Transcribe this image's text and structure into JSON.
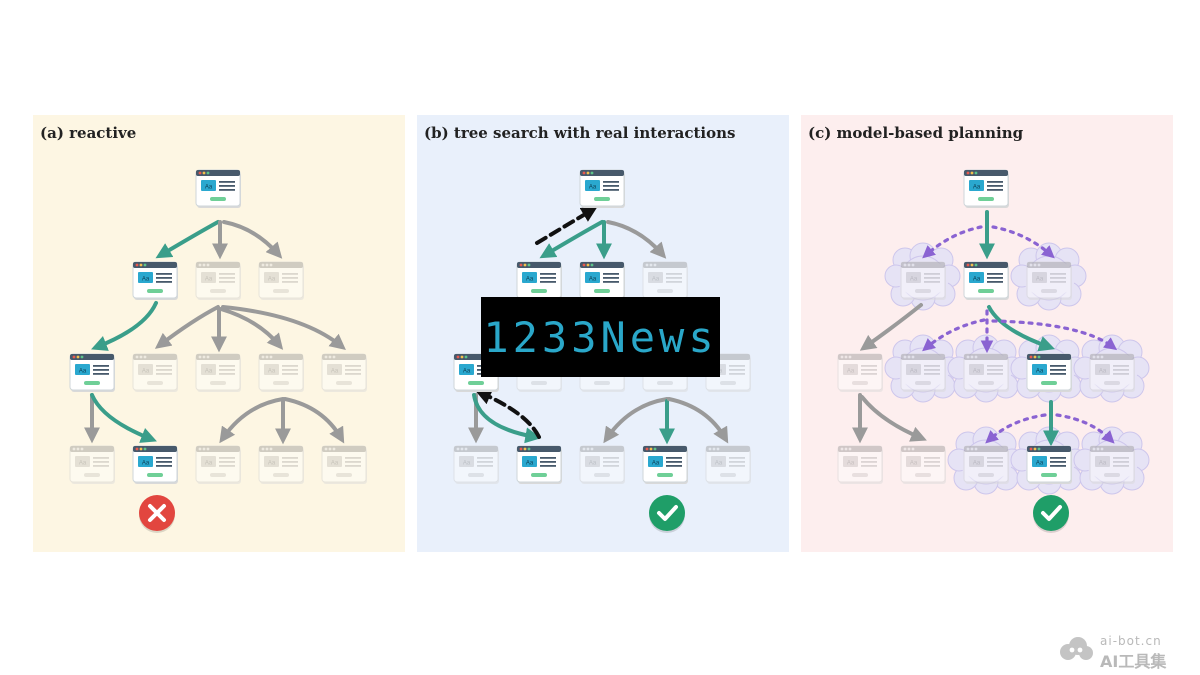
{
  "panels": [
    {
      "id": "a",
      "title": "(a) reactive",
      "background": "#fdf6e3",
      "outcome": "failure"
    },
    {
      "id": "b",
      "title": "(b) tree search with real interactions",
      "background": "#e9f0fb",
      "outcome": "success"
    },
    {
      "id": "c",
      "title": "(c) model-based planning",
      "background": "#fdeeee",
      "outcome": "success"
    }
  ],
  "node_label": "Aa",
  "colors": {
    "teal": "#3a9e8a",
    "gray_arrow": "#9a9a9a",
    "dashed_black": "#111111",
    "purple": "#8a63d2",
    "cloud": "#e6e3f5",
    "success": "#1f9e68",
    "failure": "#e2463f"
  },
  "icons": {
    "active_node": "browser-window-icon",
    "faded_node": "browser-window-faded-icon",
    "success": "check-circle-icon",
    "failure": "x-circle-icon"
  },
  "watermark": {
    "text": "1233News"
  },
  "corner_logo": {
    "top": "ai-bot.cn",
    "bottom": "AI工具集"
  }
}
